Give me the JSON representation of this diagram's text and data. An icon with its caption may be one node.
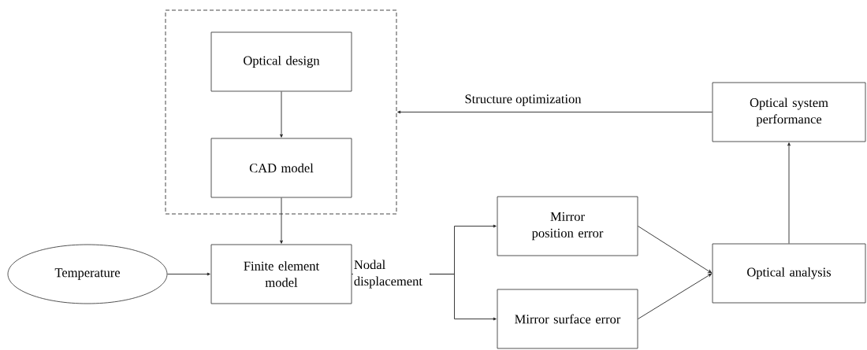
{
  "diagram": {
    "nodes": [
      {
        "text": [],
        "shape": "box"
      },
      {
        "text": [
          "Optical design"
        ],
        "in": 0
      },
      {
        "text": [
          "CAD model"
        ],
        "in": 0
      },
      {
        "text": [
          "Temperature"
        ]
      },
      {
        "text": [
          "Finite element model"
        ]
      },
      {
        "text": [
          "Mirror position error"
        ]
      },
      {
        "text": [
          "Mirror surface error"
        ]
      },
      {
        "text": [
          "Optical analysis"
        ]
      },
      {
        "text": [
          "Optical system performance"
        ]
      }
    ],
    "edges": [
      {
        "from": 1,
        "to": 2,
        "arrow": "to"
      },
      {
        "from": 2,
        "to": 4,
        "arrow": "to"
      },
      {
        "from": 3,
        "to": 4,
        "arrow": "to"
      },
      {
        "from": 4,
        "to": 5,
        "arrow": "to",
        "label": "Nodal displacement"
      },
      {
        "from": 4,
        "to": 6,
        "arrow": "to"
      },
      {
        "from": 5,
        "to": 7,
        "arrow": "to"
      },
      {
        "from": 6,
        "to": 7,
        "arrow": "to"
      },
      {
        "from": 7,
        "to": 8,
        "arrow": "to"
      },
      {
        "from": 8,
        "to": 0,
        "arrow": "to",
        "label": "Structure optimization"
      }
    ]
  }
}
